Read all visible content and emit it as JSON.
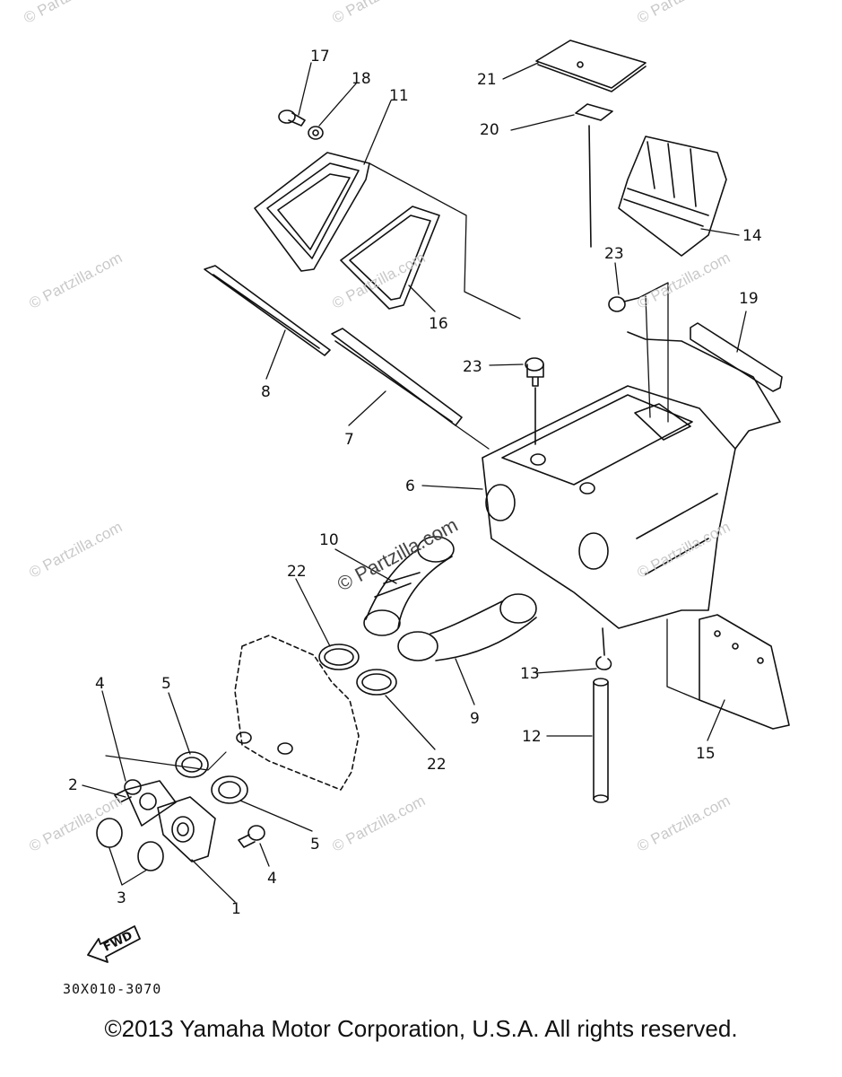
{
  "callouts": [
    {
      "id": "c17",
      "text": "17"
    },
    {
      "id": "c18",
      "text": "18"
    },
    {
      "id": "c11",
      "text": "11"
    },
    {
      "id": "c21",
      "text": "21"
    },
    {
      "id": "c20",
      "text": "20"
    },
    {
      "id": "c14",
      "text": "14"
    },
    {
      "id": "c23a",
      "text": "23"
    },
    {
      "id": "c19",
      "text": "19"
    },
    {
      "id": "c16",
      "text": "16"
    },
    {
      "id": "c8",
      "text": "8"
    },
    {
      "id": "c23b",
      "text": "23"
    },
    {
      "id": "c7",
      "text": "7"
    },
    {
      "id": "c6",
      "text": "6"
    },
    {
      "id": "c10",
      "text": "10"
    },
    {
      "id": "c22a",
      "text": "22"
    },
    {
      "id": "c13",
      "text": "13"
    },
    {
      "id": "c9",
      "text": "9"
    },
    {
      "id": "c4a",
      "text": "4"
    },
    {
      "id": "c5a",
      "text": "5"
    },
    {
      "id": "c12",
      "text": "12"
    },
    {
      "id": "c15",
      "text": "15"
    },
    {
      "id": "c22b",
      "text": "22"
    },
    {
      "id": "c2",
      "text": "2"
    },
    {
      "id": "c5b",
      "text": "5"
    },
    {
      "id": "c4b",
      "text": "4"
    },
    {
      "id": "c3",
      "text": "3"
    },
    {
      "id": "c1",
      "text": "1"
    }
  ],
  "fwd_label": "FWD",
  "diagram_code": "30X010-3070",
  "copyright": "©2013 Yamaha Motor Corporation, U.S.A. All rights reserved.",
  "watermark": "© Partzilla.com"
}
